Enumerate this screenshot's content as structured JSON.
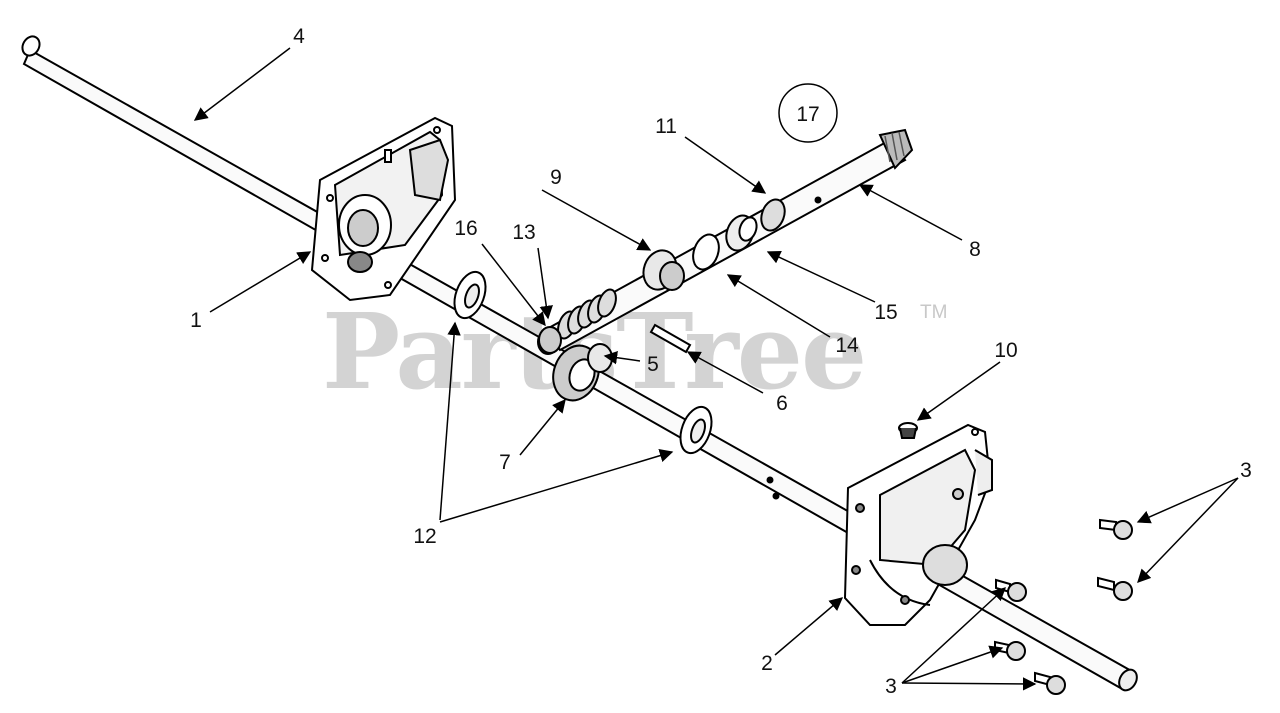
{
  "watermark": {
    "text": "PartsTree",
    "tm": "TM"
  },
  "diagram_id": "17",
  "callouts": [
    {
      "label": "1"
    },
    {
      "label": "2"
    },
    {
      "label": "3"
    },
    {
      "label": "3"
    },
    {
      "label": "4"
    },
    {
      "label": "5"
    },
    {
      "label": "6"
    },
    {
      "label": "7"
    },
    {
      "label": "8"
    },
    {
      "label": "9"
    },
    {
      "label": "10"
    },
    {
      "label": "11"
    },
    {
      "label": "12"
    },
    {
      "label": "13"
    },
    {
      "label": "14"
    },
    {
      "label": "15"
    },
    {
      "label": "16"
    }
  ]
}
